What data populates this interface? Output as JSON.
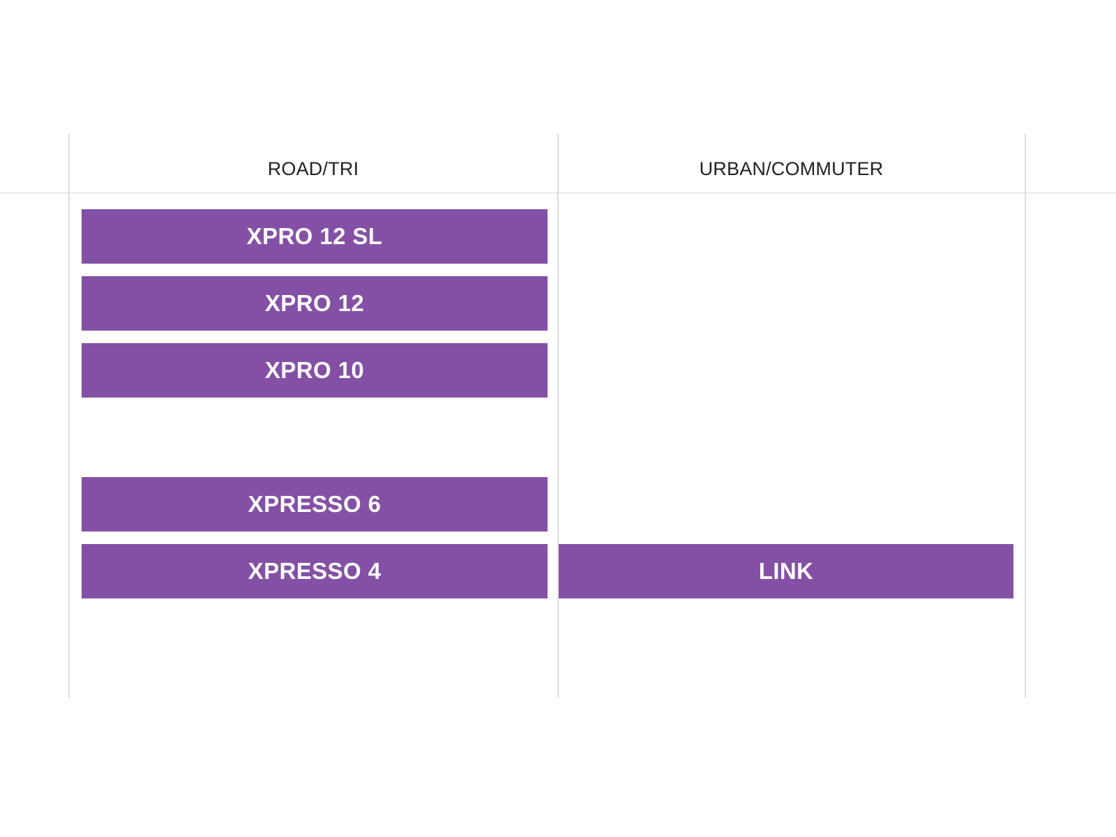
{
  "chart_data": {
    "type": "table",
    "title": "",
    "subtitle": "",
    "xlabel": "",
    "ylabel": "",
    "legend_position": "none",
    "grid": true,
    "categories": [
      "ROAD/TRI",
      "URBAN/COMMUTER"
    ],
    "columns": [
      {
        "header": "ROAD/TRI",
        "items": [
          {
            "label": "XPRO 12 SL",
            "row": 0,
            "filled": true
          },
          {
            "label": "XPRO 12",
            "row": 1,
            "filled": true
          },
          {
            "label": "XPRO 10",
            "row": 2,
            "filled": true
          },
          {
            "label": "",
            "row": 3,
            "filled": false
          },
          {
            "label": "XPRESSO 6",
            "row": 4,
            "filled": true
          },
          {
            "label": "XPRESSO 4",
            "row": 5,
            "filled": true
          }
        ]
      },
      {
        "header": "URBAN/COMMUTER",
        "items": [
          {
            "label": "",
            "row": 0,
            "filled": false
          },
          {
            "label": "",
            "row": 1,
            "filled": false
          },
          {
            "label": "",
            "row": 2,
            "filled": false
          },
          {
            "label": "",
            "row": 3,
            "filled": false
          },
          {
            "label": "",
            "row": 4,
            "filled": false
          },
          {
            "label": "LINK",
            "row": 5,
            "filled": true
          }
        ]
      }
    ],
    "colors": {
      "bar": "#8450A5",
      "bar_label": "#FFFFFF",
      "header_text": "#231F20",
      "rule": "#D9D9D9",
      "background": "#FFFFFF"
    }
  },
  "headers": {
    "road": "ROAD/TRI",
    "urban": "URBAN/COMMUTER"
  },
  "road_bars": {
    "r0": "XPRO 12 SL",
    "r1": "XPRO 12",
    "r2": "XPRO 10",
    "r4": "XPRESSO 6",
    "r5": "XPRESSO 4"
  },
  "urban_bars": {
    "r5": "LINK"
  }
}
